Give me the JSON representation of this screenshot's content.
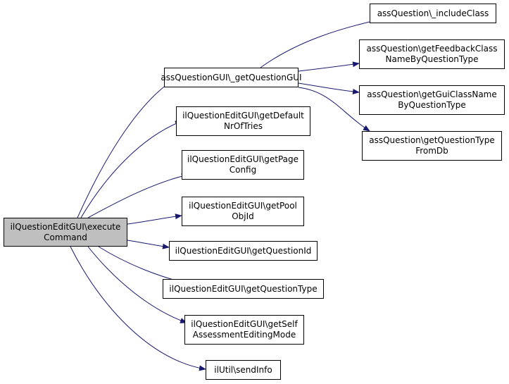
{
  "graph": {
    "root": {
      "id": "root",
      "lines": [
        "ilQuestionEditGUI\\execute",
        "Command"
      ]
    },
    "nodes": [
      {
        "id": "getQuestionGUI",
        "lines": [
          "assQuestionGUI\\_getQuestionGUI"
        ]
      },
      {
        "id": "getDefaultNrOfTries",
        "lines": [
          "ilQuestionEditGUI\\getDefault",
          "NrOfTries"
        ]
      },
      {
        "id": "getPageConfig",
        "lines": [
          "ilQuestionEditGUI\\getPage",
          "Config"
        ]
      },
      {
        "id": "getPoolObjId",
        "lines": [
          "ilQuestionEditGUI\\getPool",
          "ObjId"
        ]
      },
      {
        "id": "getQuestionId",
        "lines": [
          "ilQuestionEditGUI\\getQuestionId"
        ]
      },
      {
        "id": "getQuestionType",
        "lines": [
          "ilQuestionEditGUI\\getQuestionType"
        ]
      },
      {
        "id": "getSelfAssessmentEditingMode",
        "lines": [
          "ilQuestionEditGUI\\getSelf",
          "AssessmentEditingMode"
        ]
      },
      {
        "id": "sendInfo",
        "lines": [
          "ilUtil\\sendInfo"
        ]
      },
      {
        "id": "includeClass",
        "lines": [
          "assQuestion\\_includeClass"
        ]
      },
      {
        "id": "getFeedbackClassName",
        "lines": [
          "assQuestion\\getFeedbackClass",
          "NameByQuestionType"
        ]
      },
      {
        "id": "getGuiClassName",
        "lines": [
          "assQuestion\\getGuiClassName",
          "ByQuestionType"
        ]
      },
      {
        "id": "getQuestionTypeFromDb",
        "lines": [
          "assQuestion\\getQuestionType",
          "FromDb"
        ]
      }
    ],
    "edges": [
      {
        "from": "root",
        "to": "getQuestionGUI"
      },
      {
        "from": "root",
        "to": "getDefaultNrOfTries"
      },
      {
        "from": "root",
        "to": "getPageConfig"
      },
      {
        "from": "root",
        "to": "getPoolObjId"
      },
      {
        "from": "root",
        "to": "getQuestionId"
      },
      {
        "from": "root",
        "to": "getQuestionType"
      },
      {
        "from": "root",
        "to": "getSelfAssessmentEditingMode"
      },
      {
        "from": "root",
        "to": "sendInfo"
      },
      {
        "from": "getQuestionGUI",
        "to": "includeClass"
      },
      {
        "from": "getQuestionGUI",
        "to": "getFeedbackClassName"
      },
      {
        "from": "getQuestionGUI",
        "to": "getGuiClassName"
      },
      {
        "from": "getQuestionGUI",
        "to": "getQuestionTypeFromDb"
      }
    ],
    "colors": {
      "edge": "#191970",
      "node_border": "#000000",
      "root_fill": "#bfbfbf",
      "node_fill": "#ffffff"
    }
  }
}
